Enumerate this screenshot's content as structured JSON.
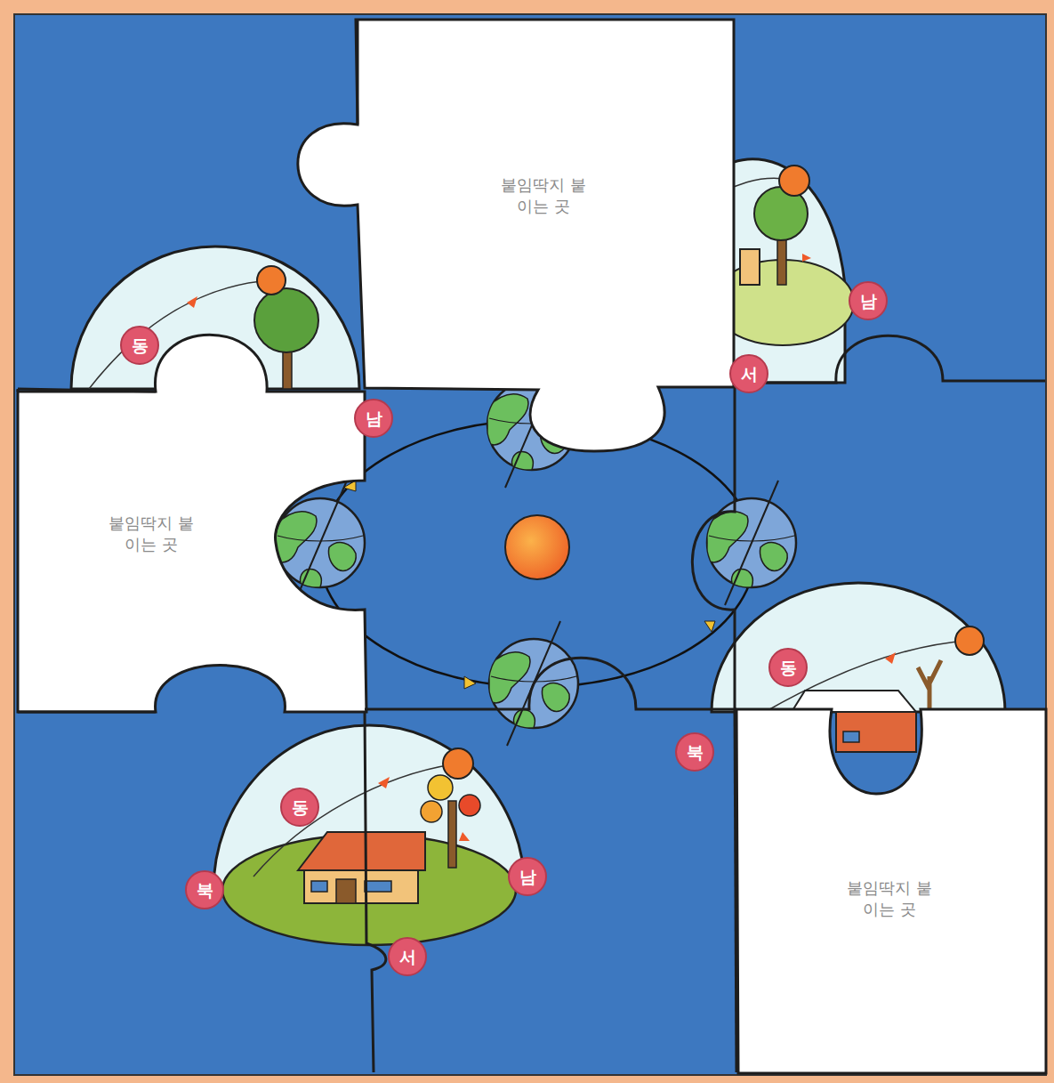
{
  "diagram": {
    "nodes": [
      {
        "text": [
          "붙임딱지 붙이는 곳"
        ]
      },
      {
        "text": [
          "남"
        ]
      },
      {
        "text": [
          "동"
        ]
      },
      {
        "text": [
          "서"
        ]
      },
      {
        "text": [
          "남"
        ]
      },
      {
        "text": [
          "붙임딱지 붙이는 곳"
        ]
      },
      {
        "text": [
          "동"
        ]
      },
      {
        "text": [
          "북"
        ]
      },
      {
        "text": [
          "동"
        ]
      },
      {
        "text": [
          "남"
        ]
      },
      {
        "text": [
          "북"
        ]
      },
      {
        "text": [
          "붙임딱지 붙이는 곳"
        ]
      },
      {
        "text": [
          "서"
        ]
      }
    ]
  }
}
